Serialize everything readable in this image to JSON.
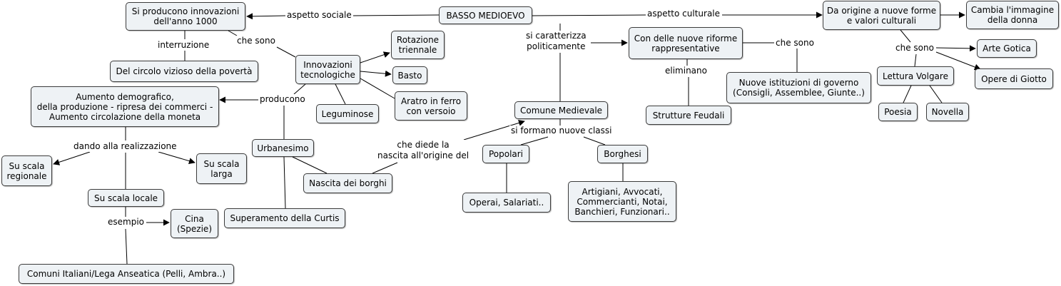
{
  "nodes": [
    {
      "id": "basso",
      "text": "BASSO MEDIOEVO"
    },
    {
      "id": "innov1000",
      "text": "Si producono innovazioni\ndell'anno 1000"
    },
    {
      "id": "circolo",
      "text": "Del circolo vizioso della povertà"
    },
    {
      "id": "tecno",
      "text": "Innovazioni\ntecnologiche"
    },
    {
      "id": "rotazione",
      "text": "Rotazione\ntriennale"
    },
    {
      "id": "basto",
      "text": "Basto"
    },
    {
      "id": "aratro",
      "text": "Aratro in ferro\ncon versoio"
    },
    {
      "id": "leguminose",
      "text": "Leguminose"
    },
    {
      "id": "aumento",
      "text": "Aumento demografico,\ndella produzione - ripresa dei commerci -\nAumento circolazione della moneta"
    },
    {
      "id": "regionale",
      "text": "Su scala\nregionale"
    },
    {
      "id": "larga",
      "text": "Su scala\nlarga"
    },
    {
      "id": "locale",
      "text": "Su scala locale"
    },
    {
      "id": "cina",
      "text": "Cina\n(Spezie)"
    },
    {
      "id": "comuni_it",
      "text": "Comuni Italiani/Lega Anseatica (Pelli, Ambra..)"
    },
    {
      "id": "urbanesimo",
      "text": "Urbanesimo"
    },
    {
      "id": "borghi",
      "text": "Nascita dei borghi"
    },
    {
      "id": "curtis",
      "text": "Superamento della Curtis"
    },
    {
      "id": "comune",
      "text": "Comune Medievale"
    },
    {
      "id": "popolari",
      "text": "Popolari"
    },
    {
      "id": "borghesi",
      "text": "Borghesi"
    },
    {
      "id": "operai",
      "text": "Operai, Salariati.."
    },
    {
      "id": "artigiani",
      "text": "Artigiani, Avvocati,\nCommercianti, Notai,\nBanchieri, Funzionari.."
    },
    {
      "id": "riforme",
      "text": "Con delle nuove riforme\nrappresentative"
    },
    {
      "id": "feudali",
      "text": "Strutture Feudali"
    },
    {
      "id": "istituzioni",
      "text": "Nuove istituzioni di governo\n(Consigli, Assemblee, Giunte..)"
    },
    {
      "id": "origine",
      "text": "Da origine a nuove forme\ne valori culturali"
    },
    {
      "id": "donna",
      "text": "Cambia l'immagine\ndella donna"
    },
    {
      "id": "gotica",
      "text": "Arte Gotica"
    },
    {
      "id": "giotto",
      "text": "Opere di Giotto"
    },
    {
      "id": "volgare",
      "text": "Lettura Volgare"
    },
    {
      "id": "poesia",
      "text": "Poesia"
    },
    {
      "id": "novella",
      "text": "Novella"
    }
  ],
  "labels": [
    {
      "id": "l_sociale",
      "text": "aspetto sociale"
    },
    {
      "id": "l_culturale",
      "text": "aspetto culturale"
    },
    {
      "id": "l_politica",
      "text": "si caratterizza\npoliticamente"
    },
    {
      "id": "l_interruzione",
      "text": "interruzione"
    },
    {
      "id": "l_chesono1",
      "text": "che sono"
    },
    {
      "id": "l_producono",
      "text": "producono"
    },
    {
      "id": "l_dando",
      "text": "dando alla realizzazione"
    },
    {
      "id": "l_esempio",
      "text": "esempio"
    },
    {
      "id": "l_diede",
      "text": "che diede la\nnascita all'origine del"
    },
    {
      "id": "l_classi",
      "text": "si formano nuove classi"
    },
    {
      "id": "l_eliminano",
      "text": "eliminano"
    },
    {
      "id": "l_chesono2",
      "text": "che sono"
    },
    {
      "id": "l_chesono3",
      "text": "che sono"
    }
  ]
}
